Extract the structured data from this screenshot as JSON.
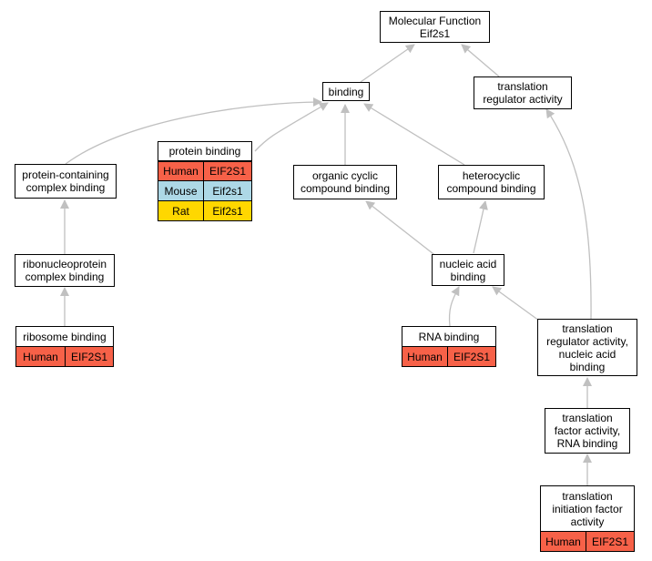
{
  "colors": {
    "edge": "#c0c0c0",
    "human": "#f76148",
    "mouse": "#add8e6",
    "rat": "#ffd700"
  },
  "nodes": {
    "root": {
      "line1": "Molecular Function",
      "line2": "Eif2s1"
    },
    "binding": {
      "label": "binding"
    },
    "translation_regulator": {
      "line1": "translation",
      "line2": "regulator activity"
    },
    "protein_containing": {
      "line1": "protein-containing",
      "line2": "complex binding"
    },
    "protein_binding": {
      "label": "protein binding",
      "rows": [
        {
          "species": "Human",
          "gene": "EIF2S1"
        },
        {
          "species": "Mouse",
          "gene": "Eif2s1"
        },
        {
          "species": "Rat",
          "gene": "Eif2s1"
        }
      ]
    },
    "organic_cyclic": {
      "line1": "organic cyclic",
      "line2": "compound binding"
    },
    "heterocyclic": {
      "line1": "heterocyclic",
      "line2": "compound binding"
    },
    "ribonucleoprotein": {
      "line1": "ribonucleoprotein",
      "line2": "complex binding"
    },
    "nucleic_acid": {
      "line1": "nucleic acid",
      "line2": "binding"
    },
    "ribosome_binding": {
      "label": "ribosome binding",
      "rows": [
        {
          "species": "Human",
          "gene": "EIF2S1"
        }
      ]
    },
    "rna_binding": {
      "label": "RNA binding",
      "rows": [
        {
          "species": "Human",
          "gene": "EIF2S1"
        }
      ]
    },
    "tr_nucleic": {
      "line1": "translation",
      "line2": "regulator activity,",
      "line3": "nucleic acid",
      "line4": "binding"
    },
    "tf_rna": {
      "line1": "translation",
      "line2": "factor activity,",
      "line3": "RNA binding"
    },
    "tif": {
      "label_line1": "translation",
      "label_line2": "initiation factor",
      "label_line3": "activity",
      "rows": [
        {
          "species": "Human",
          "gene": "EIF2S1"
        }
      ]
    }
  }
}
